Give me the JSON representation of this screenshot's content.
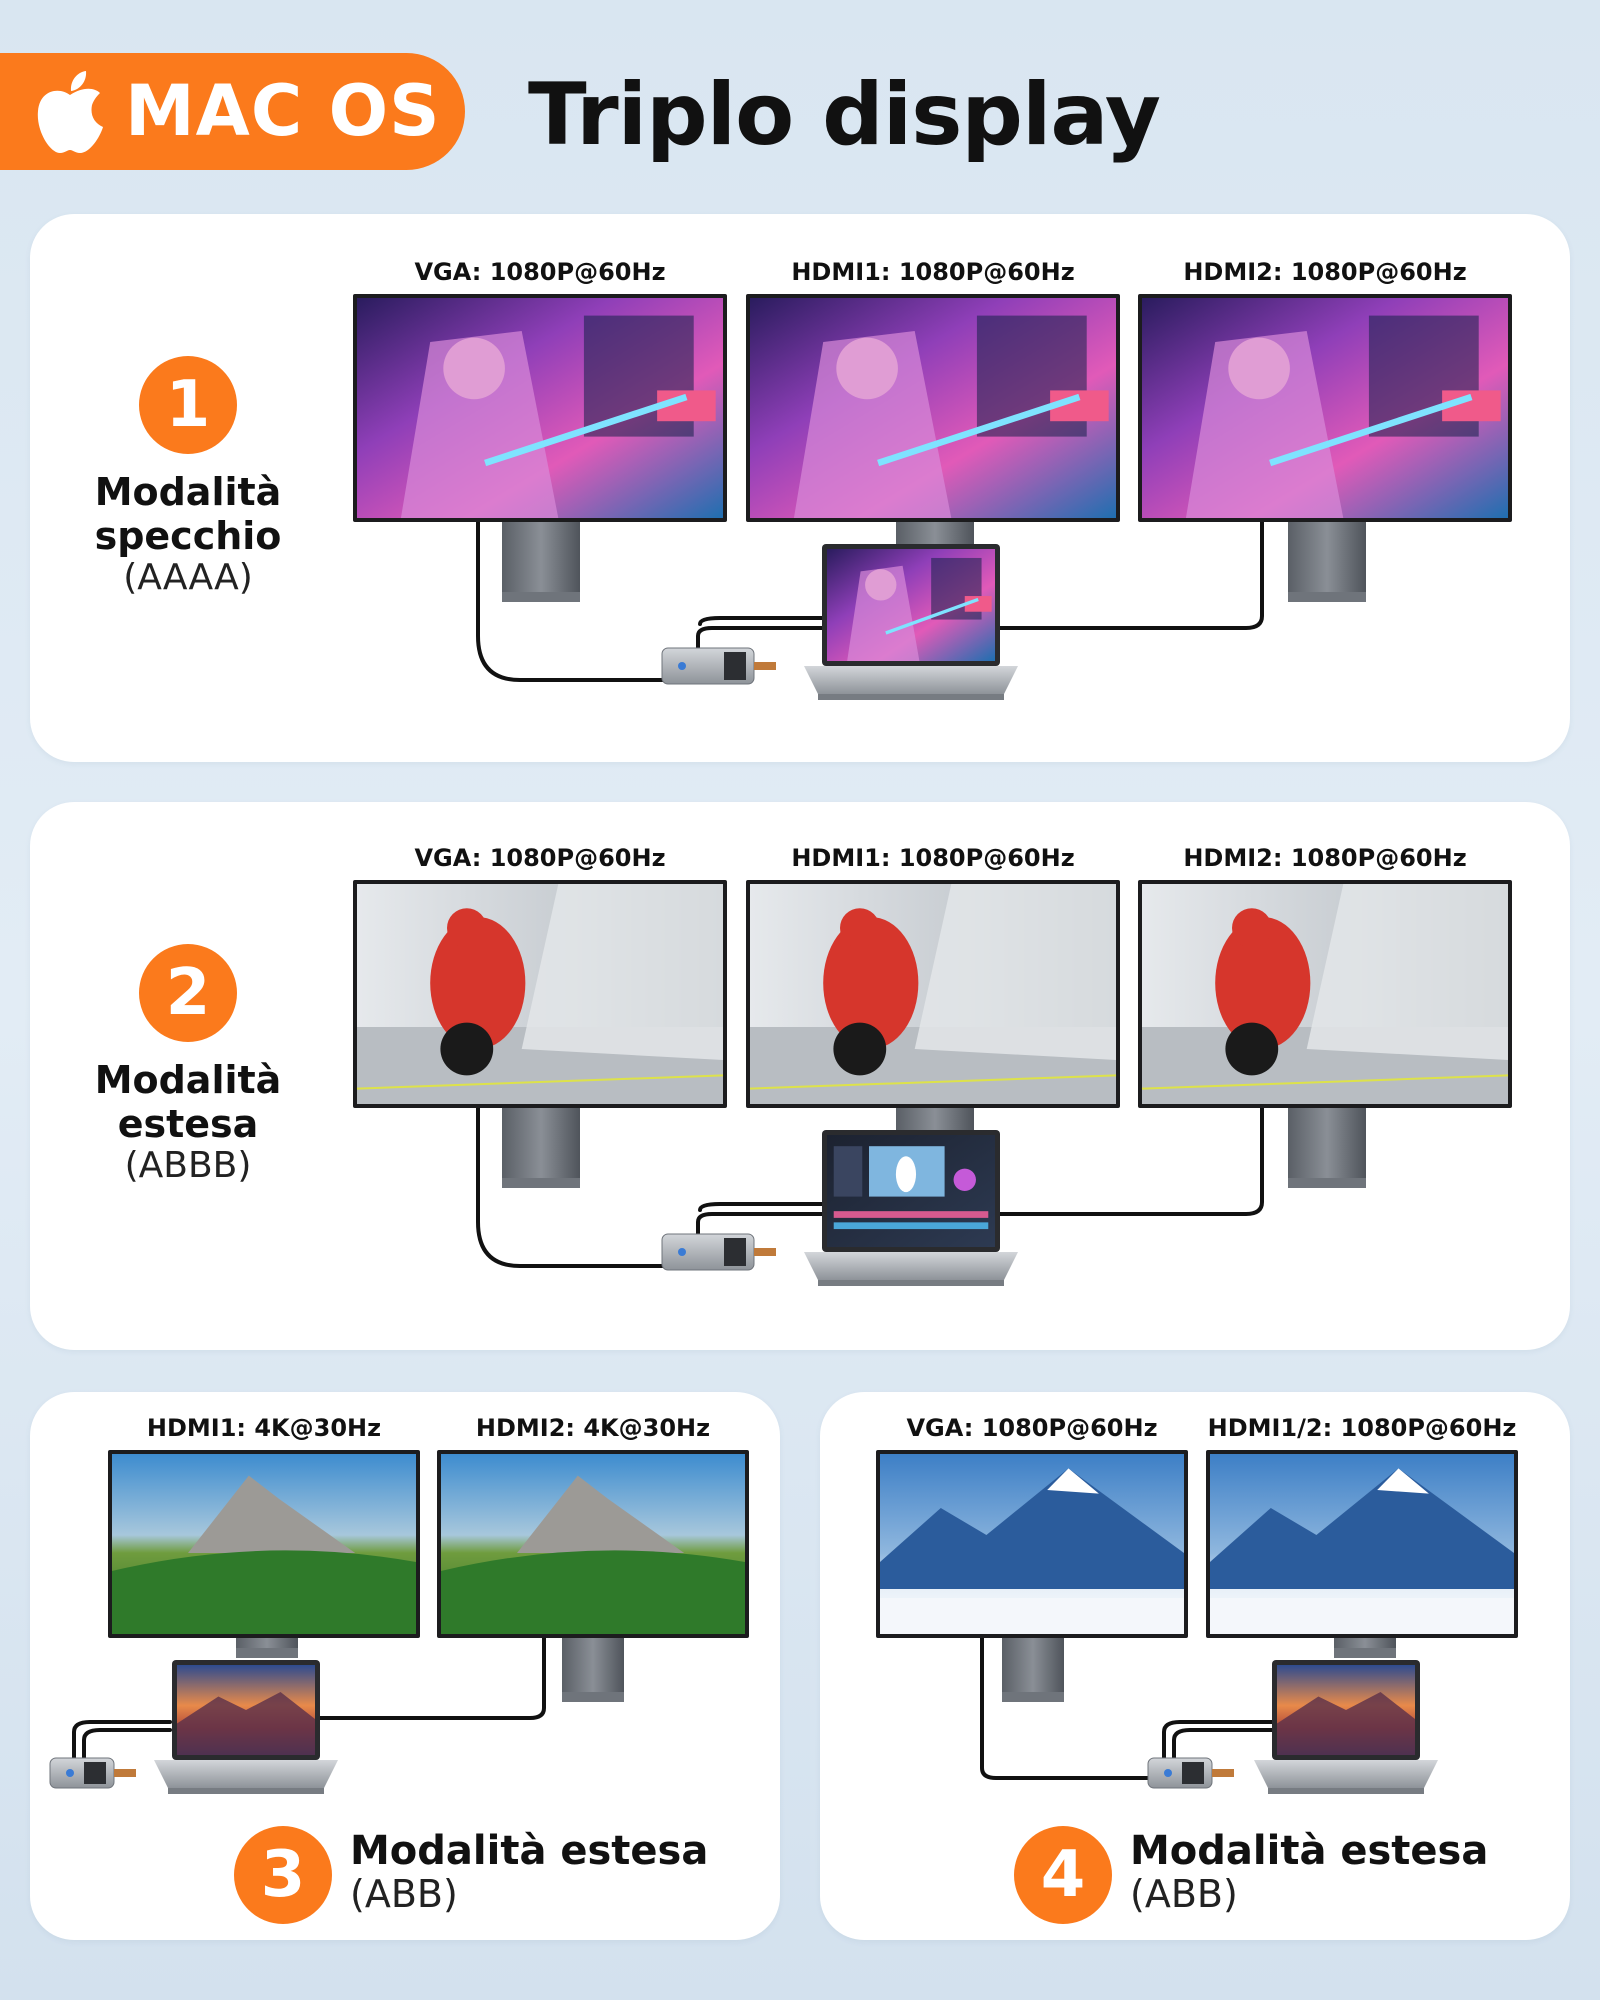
{
  "header": {
    "badge_label": "MAC OS",
    "title": "Triplo display"
  },
  "modes": [
    {
      "number": "1",
      "label_line1": "Modalità",
      "label_line2": "specchio",
      "code": "(AAAA)",
      "screen_image": "anime-cyberpunk-girl",
      "laptop_screen": "anime-cyberpunk-girl",
      "monitors": [
        {
          "label": "VGA: 1080P@60Hz"
        },
        {
          "label": "HDMI1: 1080P@60Hz"
        },
        {
          "label": "HDMI2: 1080P@60Hz"
        }
      ]
    },
    {
      "number": "2",
      "label_line1": "Modalità",
      "label_line2": "estesa",
      "code": "(ABBB)",
      "screen_image": "motorcycle-racer",
      "laptop_screen": "video-editor",
      "monitors": [
        {
          "label": "VGA: 1080P@60Hz"
        },
        {
          "label": "HDMI1: 1080P@60Hz"
        },
        {
          "label": "HDMI2: 1080P@60Hz"
        }
      ]
    },
    {
      "number": "3",
      "label": "Modalità estesa",
      "code": "(ABB)",
      "screen_image": "green-mountain-forest",
      "laptop_screen": "sunset-mountain",
      "monitors": [
        {
          "label": "HDMI1: 4K@30Hz"
        },
        {
          "label": "HDMI2: 4K@30Hz"
        }
      ]
    },
    {
      "number": "4",
      "label": "Modalità estesa",
      "code": "(ABB)",
      "screen_image": "snowy-blue-mountain",
      "laptop_screen": "sunset-mountain",
      "monitors": [
        {
          "label": "VGA: 1080P@60Hz"
        },
        {
          "label": "HDMI1/2: 1080P@60Hz"
        }
      ]
    }
  ],
  "colors": {
    "accent": "#fb7a1c",
    "panel": "#ffffff",
    "background": "#dce8f2"
  }
}
